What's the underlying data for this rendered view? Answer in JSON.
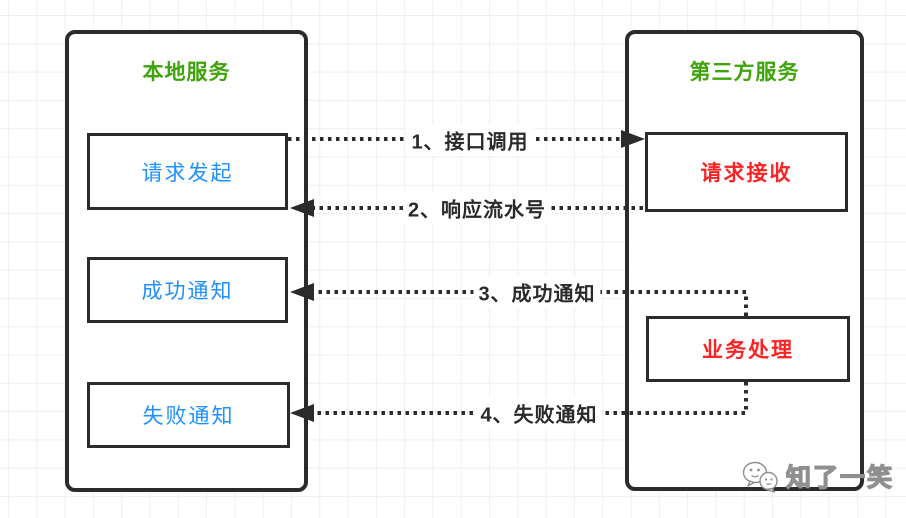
{
  "diagram": {
    "left": {
      "title": "本地服务",
      "nodes": [
        {
          "label": "请求发起"
        },
        {
          "label": "成功通知"
        },
        {
          "label": "失败通知"
        }
      ]
    },
    "right": {
      "title": "第三方服务",
      "nodes": [
        {
          "label": "请求接收"
        },
        {
          "label": "业务处理"
        }
      ]
    },
    "edges": [
      {
        "label": "1、接口调用",
        "from": "请求发起",
        "to": "请求接收",
        "direction": "right"
      },
      {
        "label": "2、响应流水号",
        "from": "请求接收",
        "to": "请求发起",
        "direction": "left"
      },
      {
        "label": "3、成功通知",
        "from": "业务处理",
        "to": "成功通知",
        "direction": "left"
      },
      {
        "label": "4、失败通知",
        "from": "业务处理",
        "to": "失败通知",
        "direction": "left"
      }
    ]
  },
  "watermark": {
    "text": "知了一笑",
    "icon": "chat-bubbles-icon"
  },
  "colors": {
    "title_green": "#3fa40c",
    "node_blue": "#1e90ff",
    "node_red": "#fb2323",
    "stroke_dark": "#2b2b2b",
    "grid": "#efefef",
    "watermark_gray": "#8f8f8f"
  }
}
